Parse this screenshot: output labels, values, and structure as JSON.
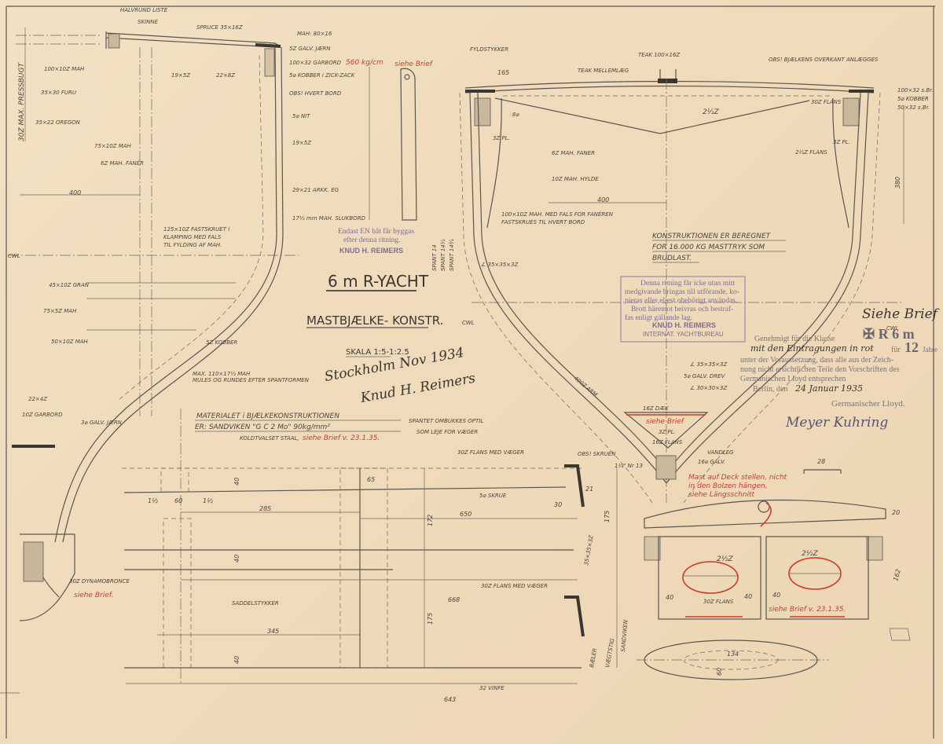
{
  "title_block": {
    "title": "6 m R-YACHT",
    "subtitle": "MASTBJÆLKE- KONSTR.",
    "scale": "SKALA 1:5-1:2.5",
    "signature_place_date": "Stockholm Nov 1934",
    "signature_name": "Knud H. Reimers"
  },
  "stamp_top": {
    "line1": "Endast EN båt får byggas",
    "line2": "efter denna ritning.",
    "line3": "KNUD H. REIMERS"
  },
  "stamp_copyright": {
    "line1": "Denna ritning får icke utan mitt",
    "line2": "medgivande bringas till utförande, ko-",
    "line3": "pieras eller eljest obehörigt användas.",
    "line4": "Brott häremot beivras och bestraf-",
    "line5": "fas enligt gällande lag.",
    "line6": "KNUD H. REIMERS",
    "line7": "INTERNAT. YACHTBUREAU"
  },
  "approval": {
    "handnote": "Siehe Brief",
    "line1": "Genehmigt für die Klasse",
    "class_mark": "✠ R 6 m",
    "years_prefix": "für",
    "years": "12",
    "years_suffix": "Jahre",
    "hand_insert": "mit den Eintragungen in rot",
    "line2": "unter der Voraussetzung, dass alle aus der Zeich-",
    "line3": "nung nicht ersichtlichen Teile den Vorschriften des",
    "line4": "Germanischen Lloyd entsprechen",
    "line5_prefix": "Berlin, den",
    "line5_date": "24 Januar 1935",
    "org": "Germanischer Lloyd.",
    "signatures": "Meyer  Kuhring"
  },
  "construction_note": {
    "line1": "KONSTRUKTIONEN ER BEREGNET",
    "line2": "FOR 16.000 KG MASTTRYK SOM",
    "line3": "BRUDLAST."
  },
  "material_note": {
    "line1": "MATERIALET i BJÆLKEKONSTRUKTIONEN",
    "line2": "ER: SANDVIKEN \"G C 2 Mo\" 90kg/mm²",
    "line3": "KOLDTVALSET STAAL,",
    "line3_red": "siehe Brief v. 23.1.35.",
    "spant1": "SPANTET OMBUKKES OPTIL",
    "spant2": "SOM LEJE FOR VÆGER"
  },
  "left_labels": [
    "HALVRUND LISTE",
    "SKINNE",
    "SPRUCE 35×16Z",
    "MAH: 80×16",
    "5Z GALV. JÆRN",
    "100×32 GARBORD",
    "560 kg/cm",
    "siehe Brief",
    "5⌀ KOBBER i ZICK-ZACK",
    "OBS! HVERT BORD",
    "5⌀ NIT",
    "19×5Z",
    "29×21 ARKK. EG",
    "17½ mm MAH. SLUKBORD",
    "100×10Z MAH",
    "35×30 FURU",
    "35×22 OREGON",
    "75×10Z MAH",
    "6Z MAH. FANÉR",
    "400",
    "19×5Z",
    "22×8Z",
    "30Z MAX. PRESSBUGT",
    "125×10Z FASTSKRUET i",
    "KLAMPING MED FALS",
    "TIL FYLDING AF MAH.",
    "CWL",
    "45×10Z GRAN",
    "75×5Z MAH",
    "50×10Z MAH",
    "5Z KOBBER",
    "MAX. 110×17½ MAH",
    "MULES OG RUNDES EFTER SPANTFORMEN",
    "22×4Z",
    "10Z GARBORD",
    "3⌀ GALV. JÆRN",
    "30Z DYNAMOBRONCE",
    "siehe Brief."
  ],
  "right_labels": [
    "FYLDSTYKKER",
    "165",
    "TEAK MELLEMLÆG",
    "TEAK 100×16Z",
    "OBS! BJÆLKENS OVERKANT ANLÆGGES",
    "100×32 s.Br.",
    "5⌀ KOBBER",
    "50×32 s.Br.",
    "3Z PL.",
    "3Z PL.",
    "2½Z",
    "6Z MAH. FANER",
    "10Z MAH. HYLDE",
    "400",
    "380",
    "2½Z FLANS",
    "30Z FLANS",
    "8⌀",
    "100×10Z MAH. MED FALS FOR FANÉREN",
    "FASTSKRUES TIL HVERT BORD",
    "∠ 35×35×3Z",
    "CWL",
    "SPANT 14",
    "SPANT 14½",
    "SPANT 14¾",
    "400Z ARM",
    "16Z DÆK",
    "siehe Brief",
    "3Z PL.",
    "16Z FLANS",
    "∠ 35×35×3Z",
    "5⌀ GALV. DREV",
    "∠ 30×30×3Z",
    "CWL"
  ],
  "beam_labels": [
    "30Z FLANS MED VÆGER",
    "5⌀ SKRUE",
    "65",
    "285",
    "650",
    "40",
    "40",
    "40",
    "1½",
    "60",
    "1½",
    "172",
    "175",
    "30Z FLANS MED VÆGER",
    "668",
    "345",
    "SADDELSTYKKER",
    "32 VINFE",
    "643",
    "21",
    "30",
    "35×35×3Z",
    "175",
    "OBS! SKRUEN",
    "1¼\" Nr 13",
    "VANDLEG",
    "16⌀ GALV.",
    "BÆLER",
    "VÆGTSTIG",
    "SANDVIKEN"
  ],
  "detail_labels": {
    "red_note1": "Mast auf Deck stellen, nicht",
    "red_note2": "in den Bolzen hängen,",
    "red_note3": "siehe Längsschnitt",
    "red_note4": "siehe Brief v. 23.1.35.",
    "thk1": "2½Z",
    "thk2": "2½Z",
    "flans": "30Z FLANS",
    "d40a": "40",
    "d40b": "40",
    "d40c": "40",
    "d162": "162",
    "d20": "20",
    "d134": "134",
    "d60": "60",
    "d28": "28"
  }
}
